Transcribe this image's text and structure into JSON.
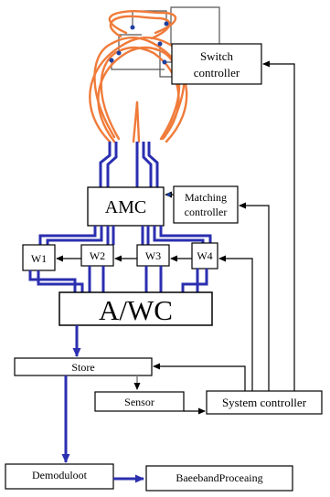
{
  "blocks": {
    "switch_controller": {
      "line1": "Switch",
      "line2": "controller"
    },
    "amc": "AMC",
    "matching_controller": {
      "line1": "Matching",
      "line2": "controller"
    },
    "w1": "W1",
    "w2": "W2",
    "w3": "W3",
    "w4": "W4",
    "awc": "A/WC",
    "store": "Store",
    "sensor": "Sensor",
    "system_controller": "System controller",
    "demodulator": "Demoduloot",
    "baseband": "BaeebandProceaing"
  },
  "colors": {
    "coil": "#f07b3a",
    "bus": "#2b2fb0",
    "wire": "#555555",
    "arrow": "#000000",
    "node": "#1e3fa0"
  }
}
